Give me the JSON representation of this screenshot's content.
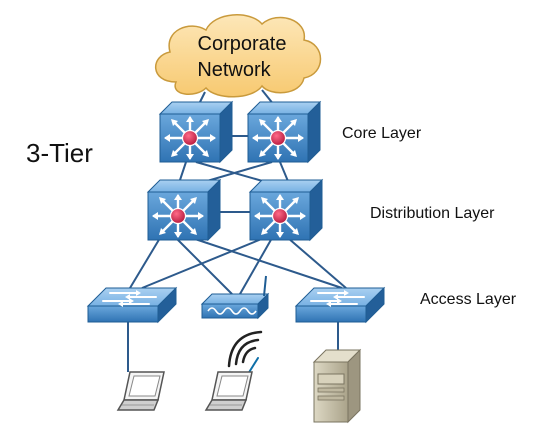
{
  "diagram": {
    "title": "3-Tier",
    "cloud": {
      "line1": "Corporate",
      "line2": "Network"
    },
    "layers": {
      "core": "Core Layer",
      "distribution": "Distribution Layer",
      "access": "Access Layer"
    }
  },
  "colors": {
    "device_blue": "#3f86c6",
    "device_blue_light": "#7fb6e6",
    "device_blue_dark": "#1f5d94",
    "router_core": "#c8234a",
    "cloud_fill": "#fcd89a",
    "link_line": "#2d5a8c",
    "server_fill": "#c9c3ad"
  },
  "devices": {
    "core": [
      "core-switch-left",
      "core-switch-right"
    ],
    "distribution": [
      "distribution-switch-left",
      "distribution-switch-right"
    ],
    "access": [
      "access-switch-left",
      "wireless-access-point",
      "access-switch-right"
    ],
    "endpoints": [
      "laptop-left",
      "laptop-wireless",
      "server"
    ]
  }
}
